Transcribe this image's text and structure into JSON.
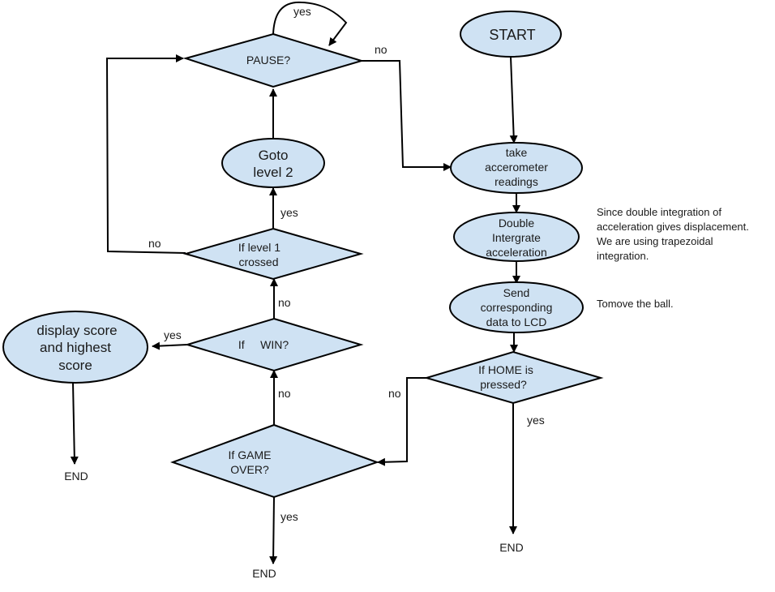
{
  "diagram": {
    "type": "flowchart",
    "colors": {
      "node_fill": "#cfe2f3",
      "stroke": "#000000",
      "background": "#ffffff"
    },
    "nodes": {
      "start": {
        "shape": "ellipse",
        "lines": [
          "START"
        ]
      },
      "take_readings": {
        "shape": "ellipse",
        "lines": [
          "take",
          "accerometer",
          "readings"
        ]
      },
      "double_integrate": {
        "shape": "ellipse",
        "lines": [
          "Double",
          "Intergrate",
          "acceleration"
        ]
      },
      "send_lcd": {
        "shape": "ellipse",
        "lines": [
          "Send",
          "corresponding",
          "data to LCD"
        ]
      },
      "home_pressed": {
        "shape": "diamond",
        "lines": [
          "If HOME is",
          "pressed?"
        ]
      },
      "game_over": {
        "shape": "diamond",
        "lines": [
          "If GAME",
          "OVER?"
        ]
      },
      "win": {
        "shape": "diamond",
        "lines": [
          "If     WIN?"
        ]
      },
      "level1_crossed": {
        "shape": "diamond",
        "lines": [
          "If level 1",
          "crossed"
        ]
      },
      "goto_level2": {
        "shape": "ellipse",
        "lines": [
          "Goto",
          "level 2"
        ]
      },
      "pause": {
        "shape": "diamond",
        "lines": [
          "PAUSE?"
        ]
      },
      "display_score": {
        "shape": "ellipse",
        "lines": [
          "display score",
          "and highest",
          "score"
        ]
      }
    },
    "terminals": {
      "end_score": "END",
      "end_game_over": "END",
      "end_home": "END"
    },
    "edge_labels": {
      "pause_yes": "yes",
      "pause_no": "no",
      "level1_yes": "yes",
      "level1_no": "no",
      "win_yes": "yes",
      "win_no": "no",
      "game_over_no": "no",
      "game_over_yes": "yes",
      "home_no": "no",
      "home_yes": "yes"
    },
    "notes": {
      "integration": [
        "Since double integration of",
        "acceleration gives displacement.",
        "We are using trapezoidal",
        "integration."
      ],
      "move_ball": [
        "Tomove the ball."
      ]
    }
  }
}
